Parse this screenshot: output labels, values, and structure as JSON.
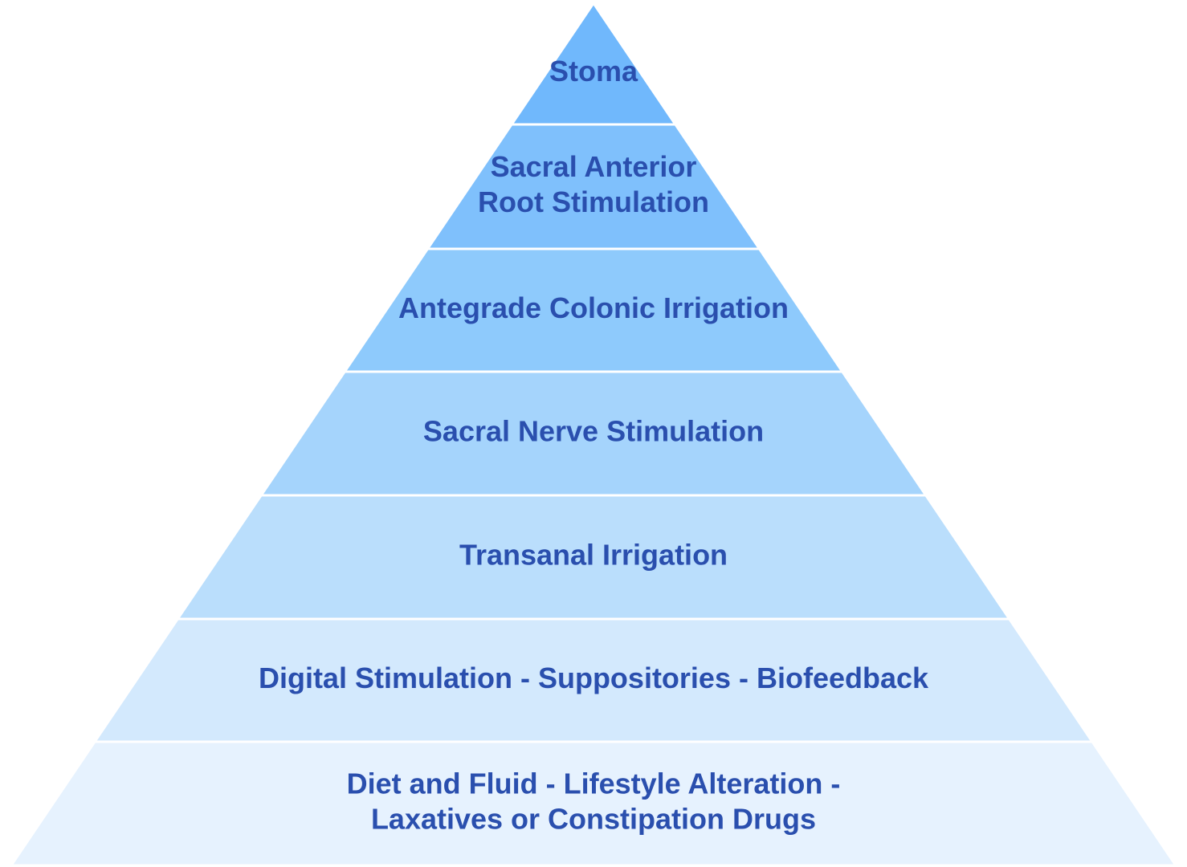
{
  "diagram": {
    "type": "pyramid",
    "text_color": "#2a4fae",
    "tiers": [
      {
        "lines": [
          "Stoma"
        ],
        "color": "#70b8fc"
      },
      {
        "lines": [
          "Sacral Anterior",
          "Root Stimulation"
        ],
        "color": "#7fc0fc"
      },
      {
        "lines": [
          "Antegrade Colonic Irrigation"
        ],
        "color": "#8ecafc"
      },
      {
        "lines": [
          "Sacral Nerve Stimulation"
        ],
        "color": "#a5d4fc"
      },
      {
        "lines": [
          "Transanal Irrigation"
        ],
        "color": "#badefc"
      },
      {
        "lines": [
          "Digital Stimulation - Suppositories - Biofeedback"
        ],
        "color": "#d3e9fd"
      },
      {
        "lines": [
          "Diet and Fluid - Lifestyle Alteration -",
          "Laxatives or Constipation Drugs"
        ],
        "color": "#e6f2fe"
      }
    ]
  }
}
